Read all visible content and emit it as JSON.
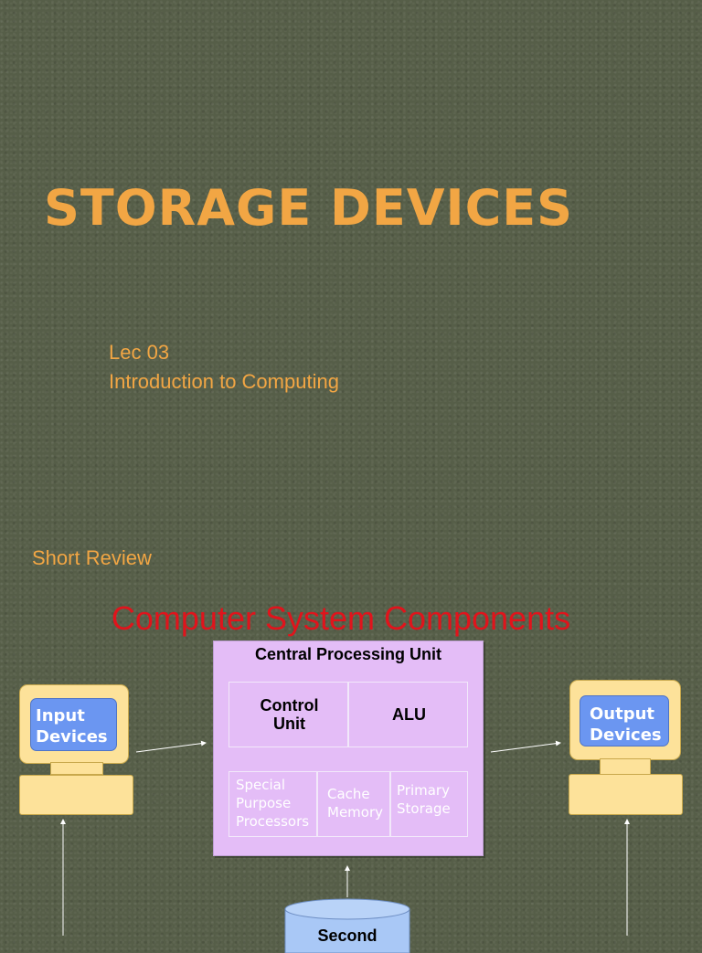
{
  "slide": {
    "title": "STORAGE DEVICES",
    "lecture": "Lec 03",
    "course": "Introduction to Computing"
  },
  "review": {
    "heading": "Short Review",
    "diagram_title": "Computer System Components"
  },
  "diagram": {
    "cpu": {
      "label": "Central Processing Unit",
      "control_unit": "Control\nUnit",
      "alu": "ALU",
      "special_purpose": "Special\nPurpose\nProcessors",
      "cache": "Cache\nMemory",
      "primary": "Primary\nStorage"
    },
    "input": "Input\nDevices",
    "output": "Output\nDevices",
    "secondary_storage_visible": "Second"
  },
  "colors": {
    "background": "#565e48",
    "title": "#f2a644",
    "heading_red": "#e0141c",
    "cpu_fill": "#e4bdf7",
    "computer_body": "#fde29a",
    "screen_blue": "#6b96f1",
    "storage_blue": "#a9c8f6"
  },
  "icons": [
    "input-computer-icon",
    "output-computer-icon",
    "storage-cylinder-icon"
  ]
}
